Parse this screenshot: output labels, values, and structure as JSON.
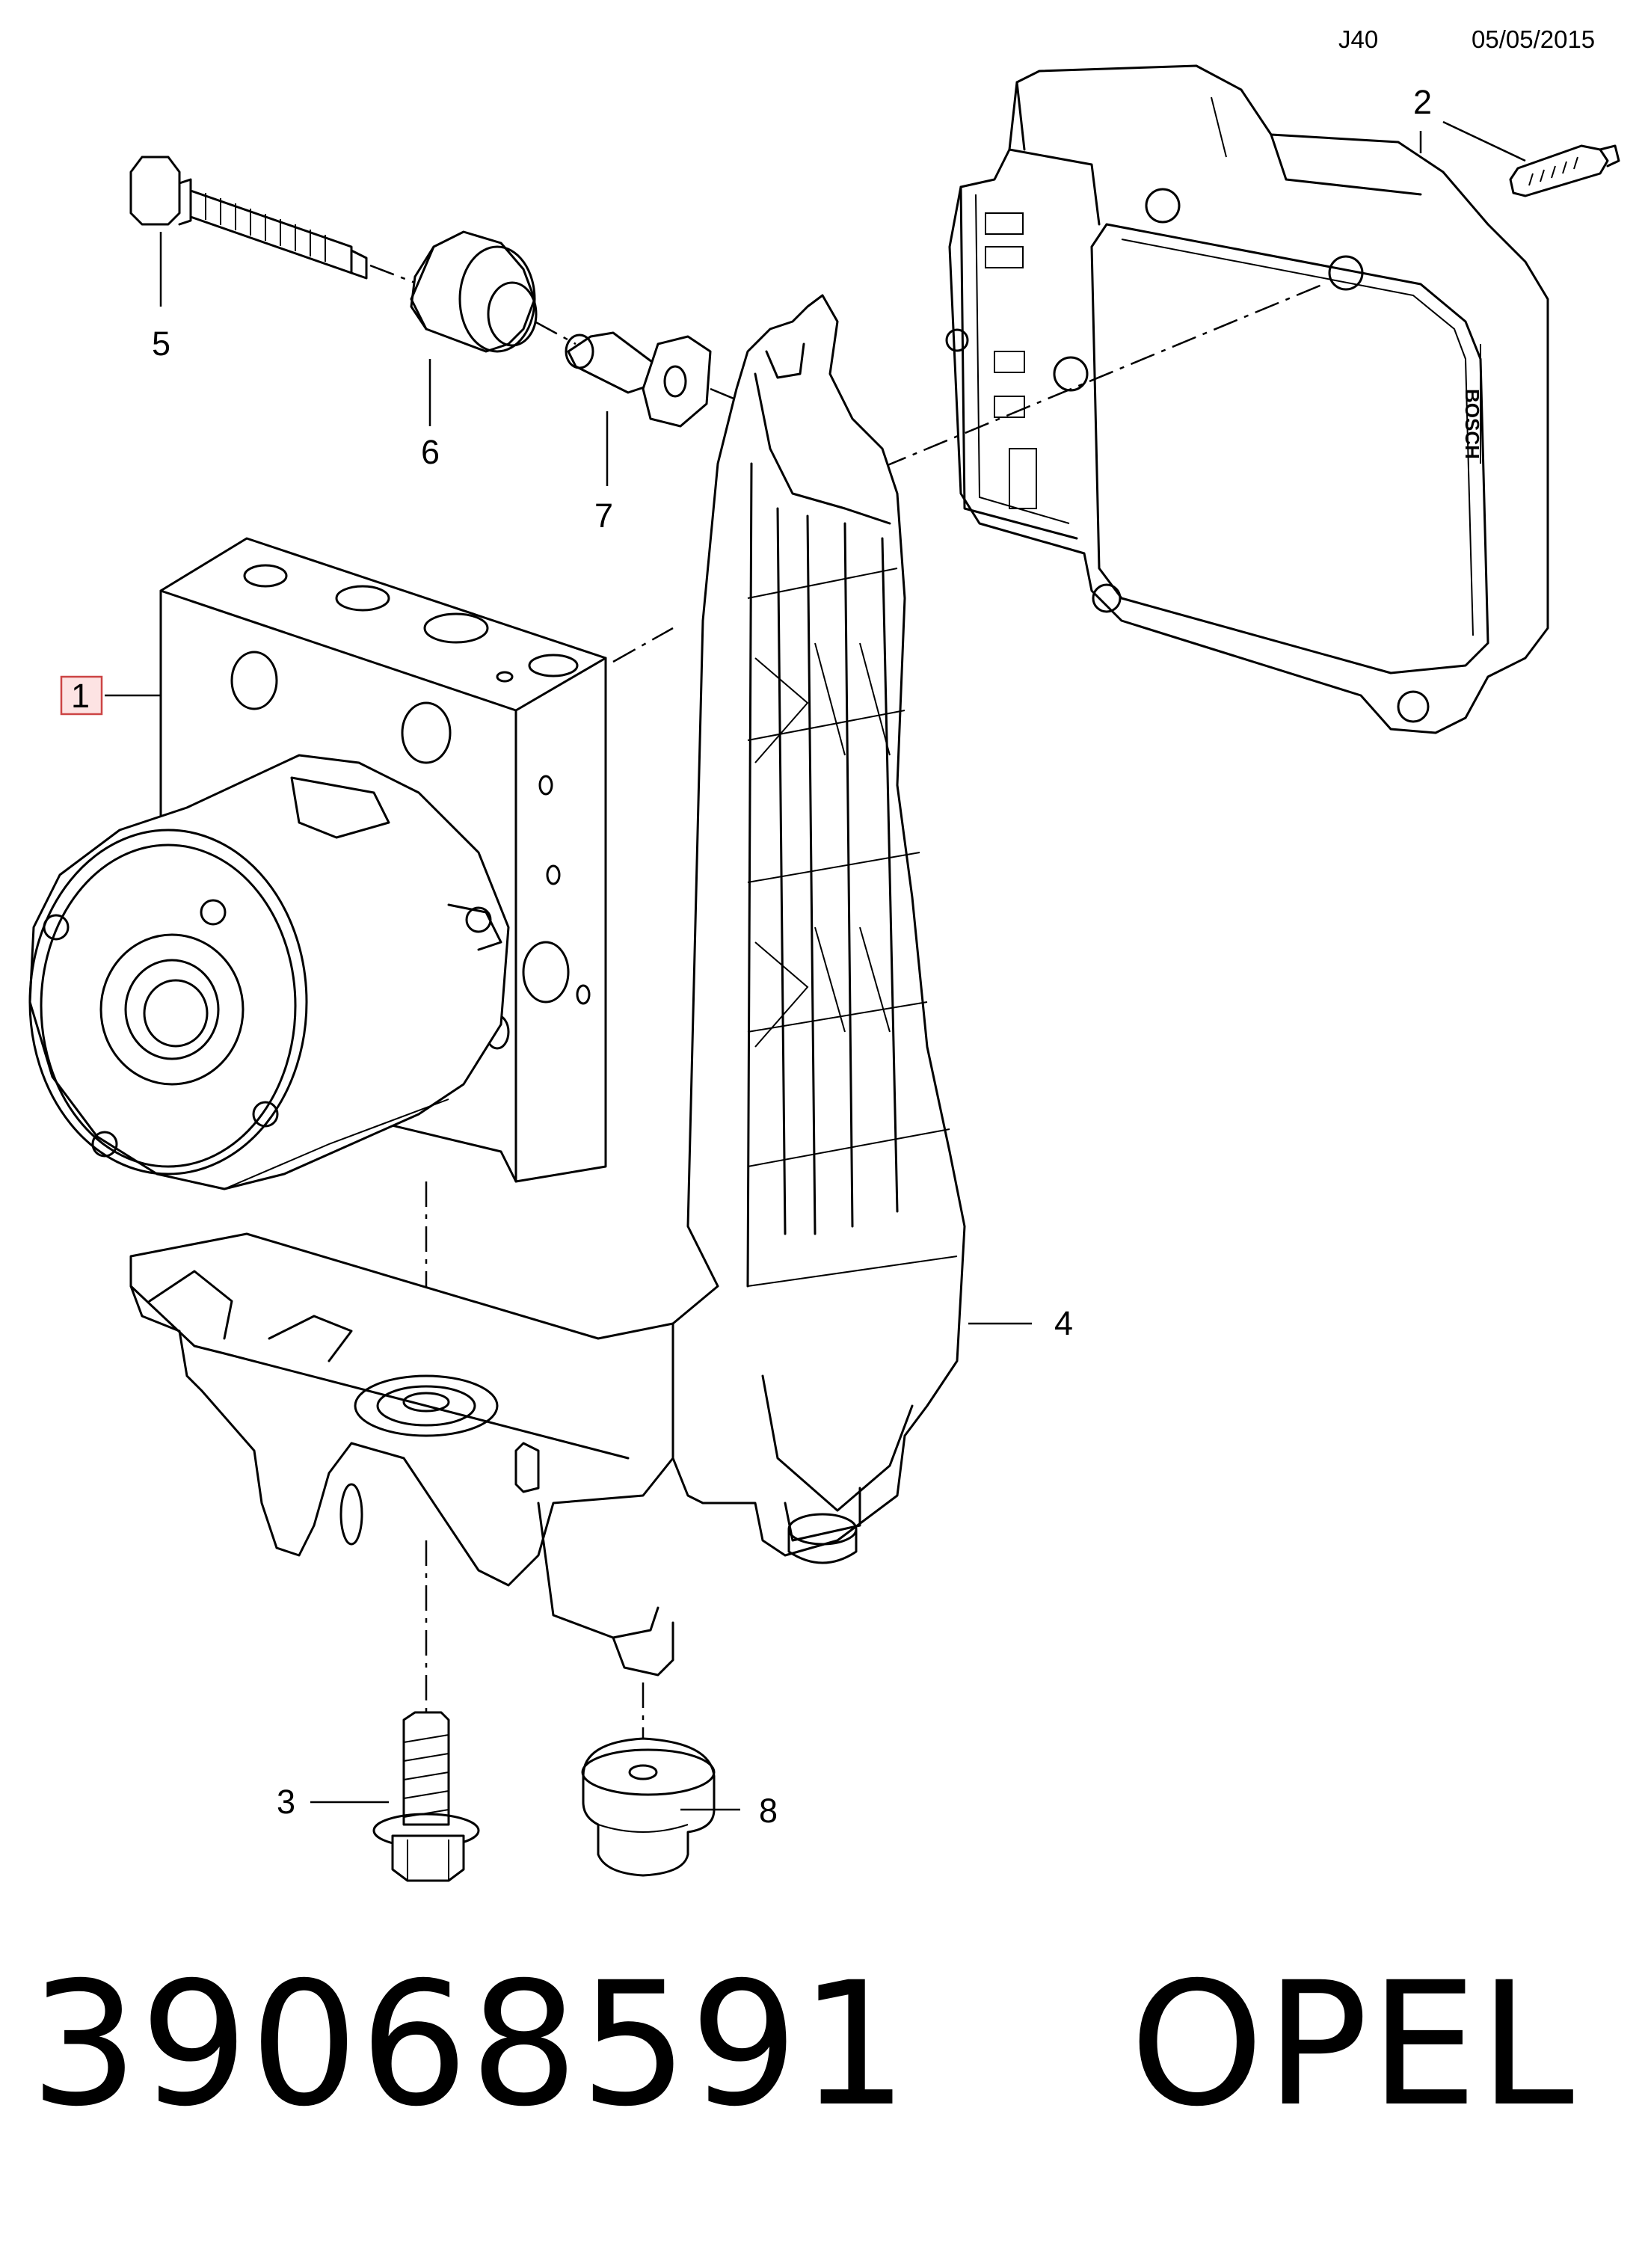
{
  "header": {
    "code": "J40",
    "date": "05/05/2015"
  },
  "callouts": [
    {
      "num": "1",
      "highlighted": true
    },
    {
      "num": "2"
    },
    {
      "num": "3"
    },
    {
      "num": "4"
    },
    {
      "num": "5"
    },
    {
      "num": "6"
    },
    {
      "num": "7"
    },
    {
      "num": "8"
    }
  ],
  "module_logo": "BOSCH",
  "footer": {
    "part_number": "39068591",
    "brand": "OPEL"
  },
  "colors": {
    "line": "#000000",
    "highlight_fill": "#fde3e3",
    "highlight_stroke": "#cc4444",
    "background": "#ffffff"
  }
}
